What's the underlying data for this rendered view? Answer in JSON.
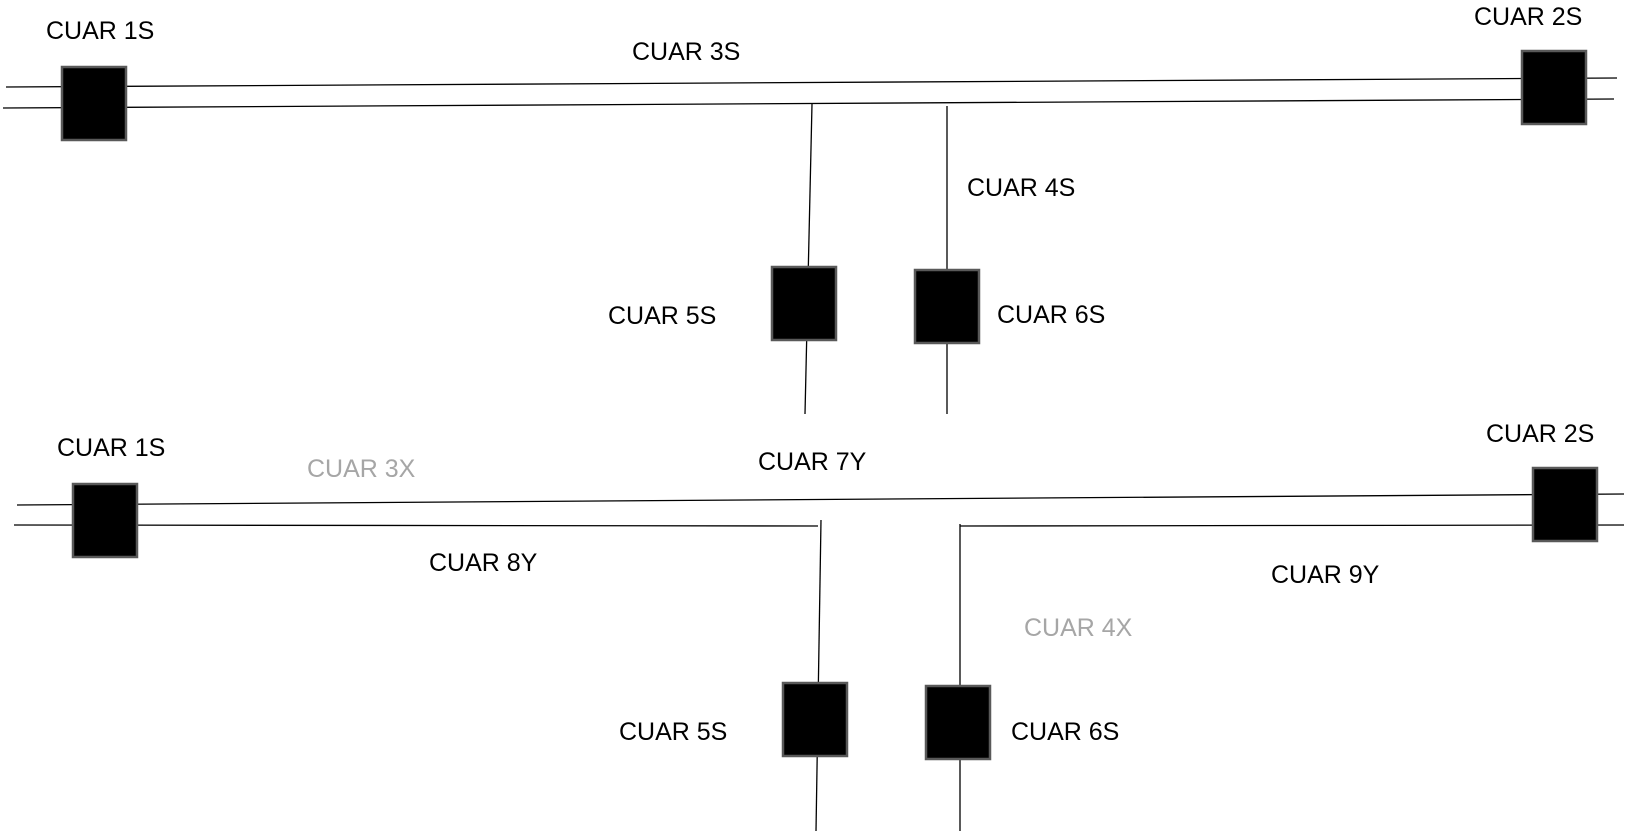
{
  "diagrams": [
    {
      "id": "top",
      "labels": [
        {
          "key": "cuar-1s",
          "text": "CUAR 1S",
          "muted": false
        },
        {
          "key": "cuar-2s",
          "text": "CUAR 2S",
          "muted": false
        },
        {
          "key": "cuar-3s",
          "text": "CUAR 3S",
          "muted": false
        },
        {
          "key": "cuar-4s",
          "text": "CUAR 4S",
          "muted": false
        },
        {
          "key": "cuar-5s",
          "text": "CUAR 5S",
          "muted": false
        },
        {
          "key": "cuar-6s",
          "text": "CUAR 6S",
          "muted": false
        }
      ]
    },
    {
      "id": "bottom",
      "labels": [
        {
          "key": "cuar-1s",
          "text": "CUAR 1S",
          "muted": false
        },
        {
          "key": "cuar-2s",
          "text": "CUAR 2S",
          "muted": false
        },
        {
          "key": "cuar-3x",
          "text": "CUAR 3X",
          "muted": true
        },
        {
          "key": "cuar-7y",
          "text": "CUAR 7Y",
          "muted": false
        },
        {
          "key": "cuar-8y",
          "text": "CUAR 8Y",
          "muted": false
        },
        {
          "key": "cuar-9y",
          "text": "CUAR 9Y",
          "muted": false
        },
        {
          "key": "cuar-4x",
          "text": "CUAR 4X",
          "muted": true
        },
        {
          "key": "cuar-5s",
          "text": "CUAR 5S",
          "muted": false
        },
        {
          "key": "cuar-6s",
          "text": "CUAR 6S",
          "muted": false
        }
      ]
    }
  ],
  "colors": {
    "line": "#000000",
    "box_fill": "#000000",
    "box_border": "#595959",
    "label": "#000000",
    "label_muted": "#a6a6a6"
  }
}
